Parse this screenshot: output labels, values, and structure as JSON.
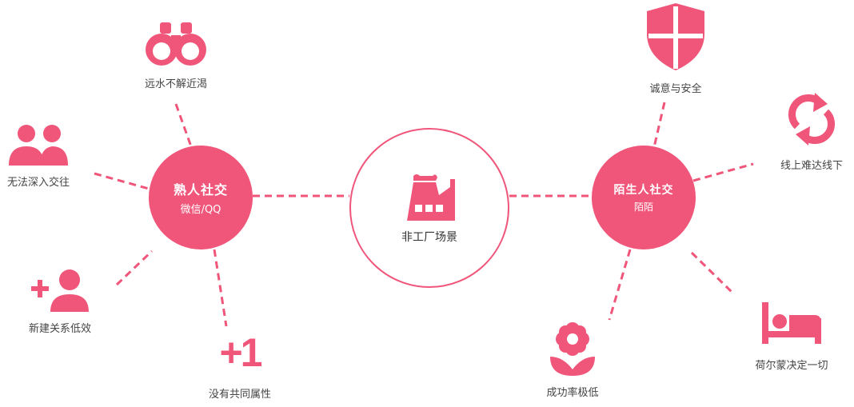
{
  "colors": {
    "accent": "#f0557a",
    "text": "#444444"
  },
  "center": {
    "label": "非工厂场景",
    "icon": "factory-icon"
  },
  "left_hub": {
    "title": "熟人社交",
    "subtitle": "微信/QQ",
    "items": [
      {
        "label": "远水不解近渴",
        "icon": "binoculars-icon"
      },
      {
        "label": "无法深入交往",
        "icon": "users-icon"
      },
      {
        "label": "新建关系低效",
        "icon": "add-user-icon"
      },
      {
        "label": "没有共同属性",
        "icon": "plus-one-icon",
        "glyph": "+1"
      }
    ]
  },
  "right_hub": {
    "title": "陌生人社交",
    "subtitle": "陌陌",
    "items": [
      {
        "label": "诚意与安全",
        "icon": "shield-icon"
      },
      {
        "label": "线上难达线下",
        "icon": "sync-icon"
      },
      {
        "label": "荷尔蒙决定一切",
        "icon": "bed-icon"
      },
      {
        "label": "成功率极低",
        "icon": "flower-icon"
      }
    ]
  }
}
